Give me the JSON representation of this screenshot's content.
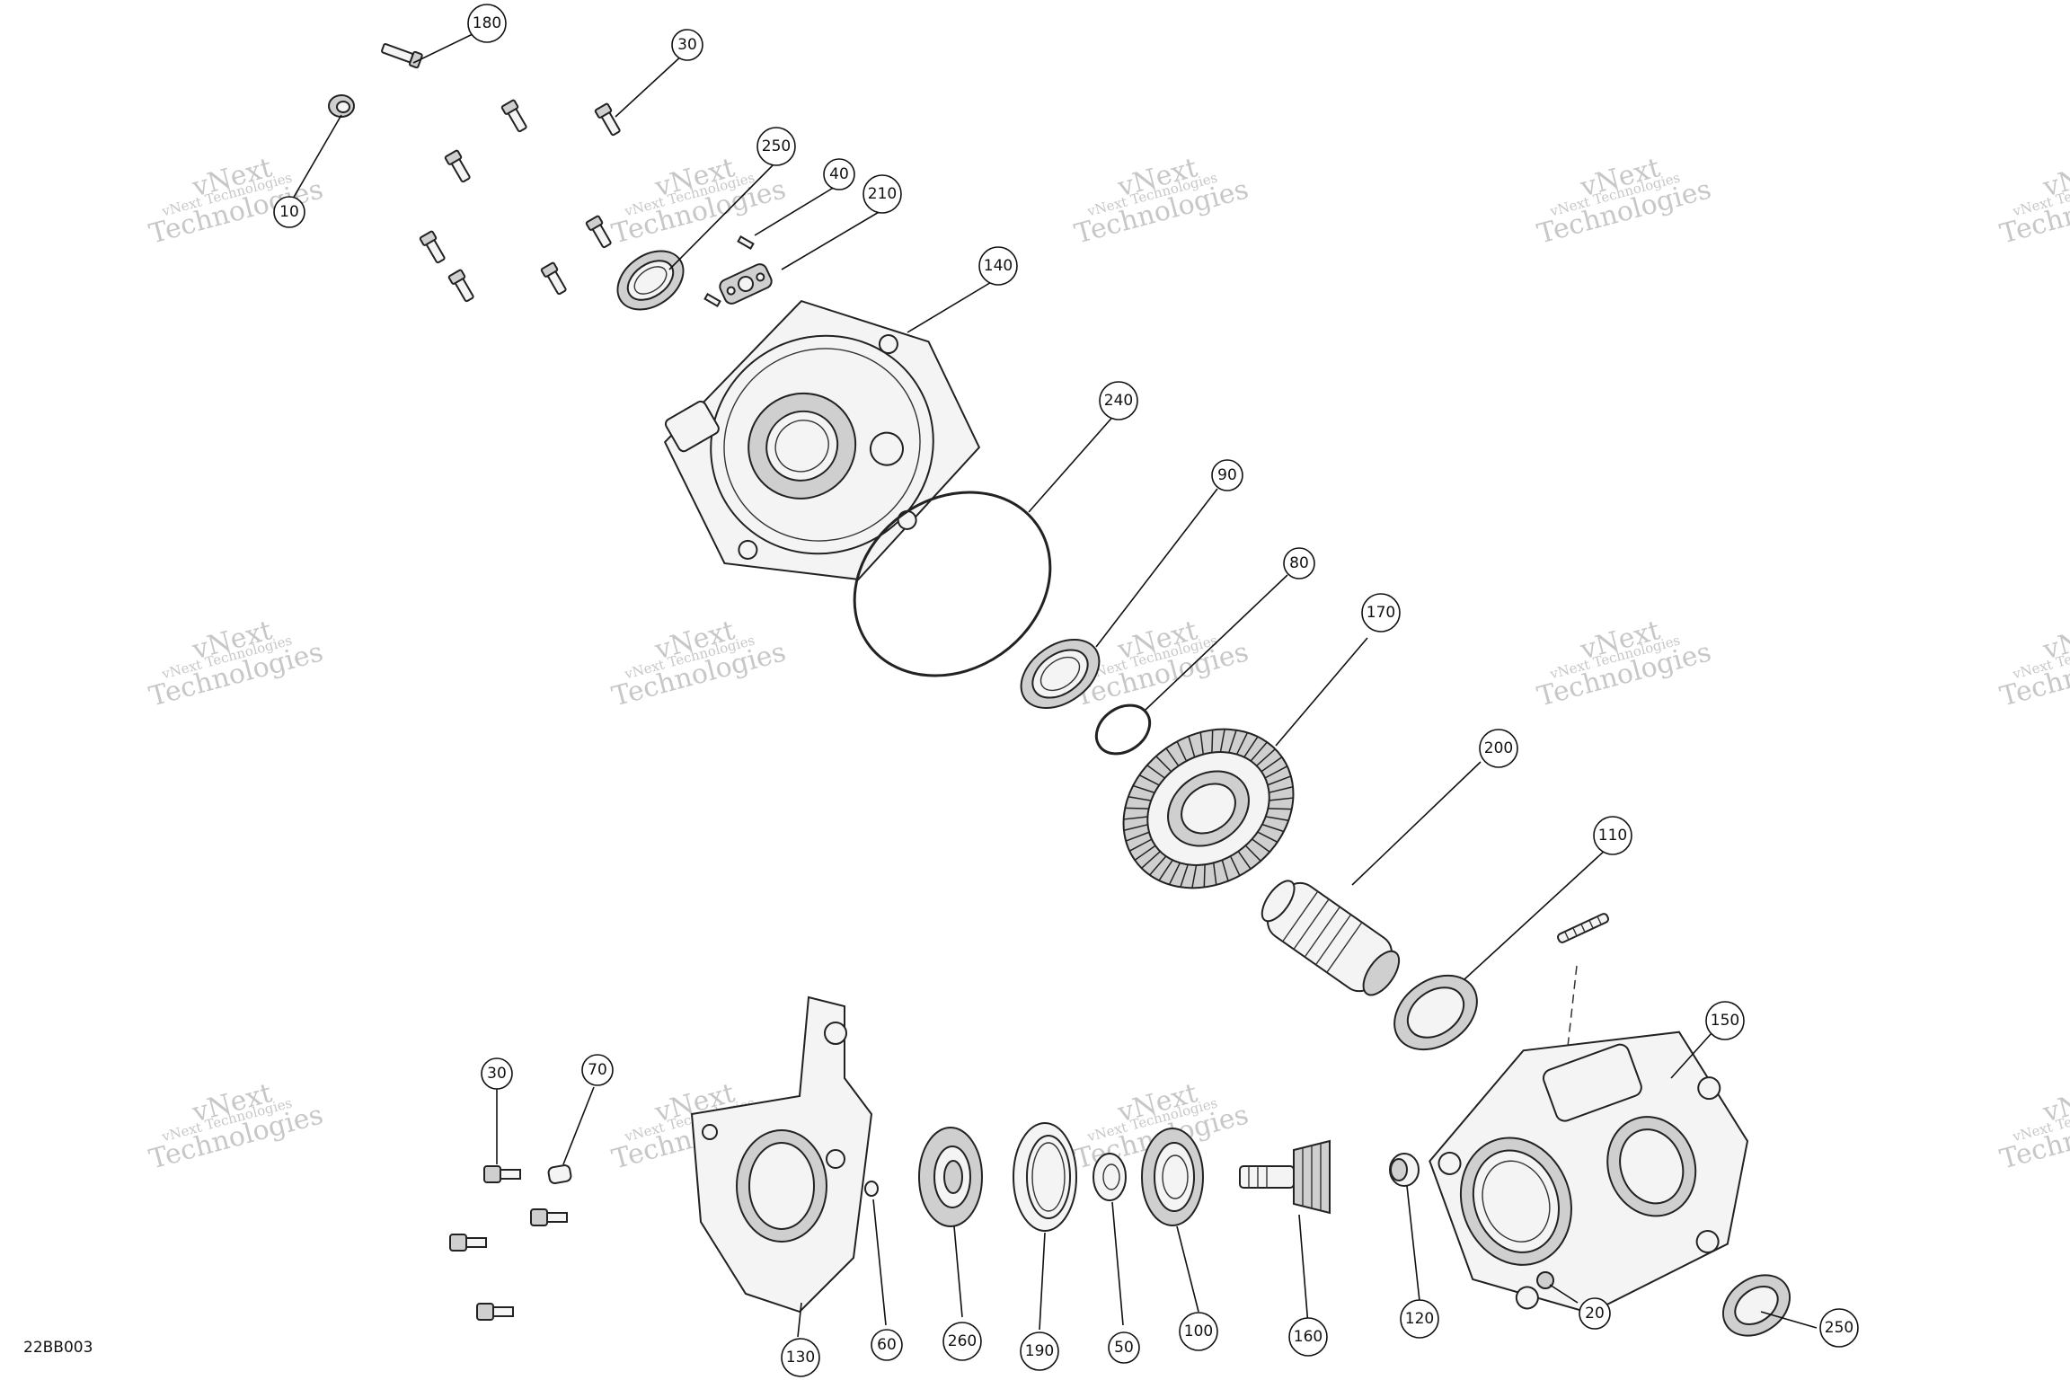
{
  "diagram_code": "22BB003",
  "watermark": {
    "line1": "vNext Technologies",
    "line2": "vNext",
    "line3": "Technologies"
  },
  "callouts": [
    {
      "id": "c180a",
      "label": "180"
    },
    {
      "id": "c30a",
      "label": "30"
    },
    {
      "id": "c10",
      "label": "10"
    },
    {
      "id": "c250a",
      "label": "250"
    },
    {
      "id": "c40",
      "label": "40"
    },
    {
      "id": "c210",
      "label": "210"
    },
    {
      "id": "c140",
      "label": "140"
    },
    {
      "id": "c240",
      "label": "240"
    },
    {
      "id": "c90",
      "label": "90"
    },
    {
      "id": "c80",
      "label": "80"
    },
    {
      "id": "c170",
      "label": "170"
    },
    {
      "id": "c200",
      "label": "200"
    },
    {
      "id": "c110",
      "label": "110"
    },
    {
      "id": "c150",
      "label": "150"
    },
    {
      "id": "c30b",
      "label": "30"
    },
    {
      "id": "c70",
      "label": "70"
    },
    {
      "id": "c130",
      "label": "130"
    },
    {
      "id": "c60",
      "label": "60"
    },
    {
      "id": "c260",
      "label": "260"
    },
    {
      "id": "c190",
      "label": "190"
    },
    {
      "id": "c50",
      "label": "50"
    },
    {
      "id": "c100",
      "label": "100"
    },
    {
      "id": "c160",
      "label": "160"
    },
    {
      "id": "c120",
      "label": "120"
    },
    {
      "id": "c20",
      "label": "20"
    },
    {
      "id": "c250b",
      "label": "250"
    }
  ]
}
